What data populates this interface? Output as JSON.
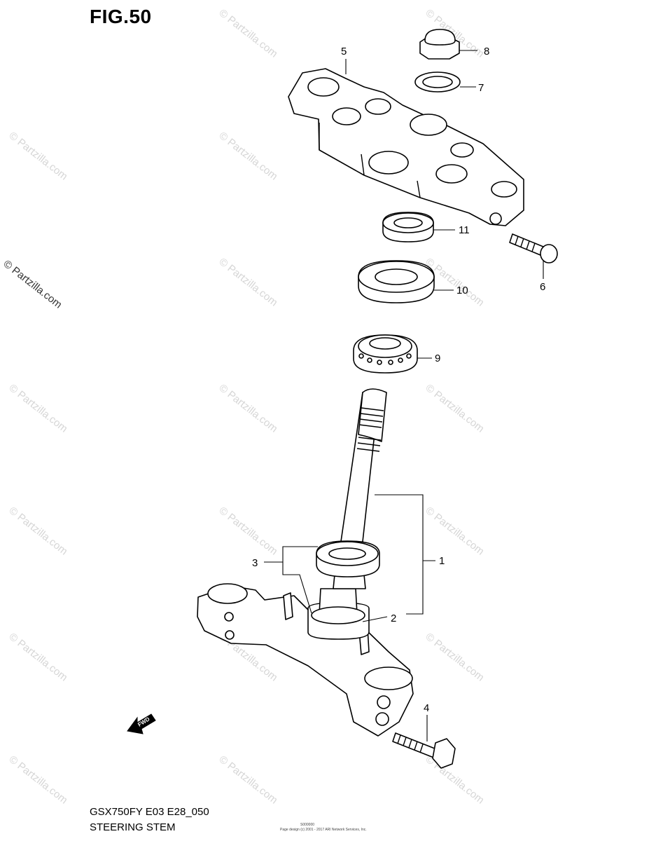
{
  "figure": {
    "title": "FIG.50",
    "model_code": "GSX750FY E03 E28_050",
    "name": "STEERING STEM"
  },
  "watermark": {
    "text": "© Partzilla.com"
  },
  "footer": {
    "code": "S000000",
    "credit": "Page design (c) 2001 - 2017 ARI Network Services, Inc."
  },
  "callouts": [
    "1",
    "2",
    "3",
    "4",
    "5",
    "6",
    "7",
    "8",
    "9",
    "10",
    "11"
  ],
  "fwd_label": "FWD"
}
